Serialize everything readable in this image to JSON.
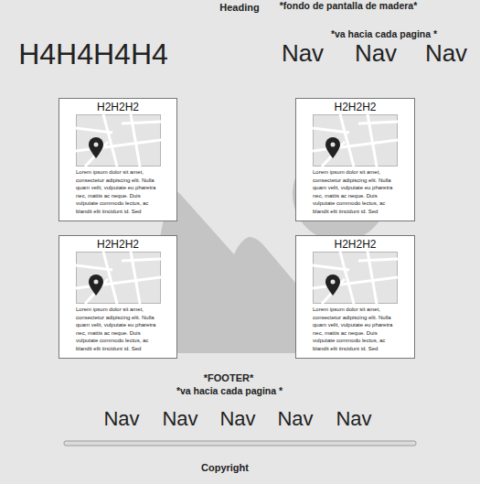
{
  "diagram": {
    "nodes": [
      {
        "text": [
          "H2H2H2",
          "Lorem ipsum dolor sit amet, consectetur adipiscing elit. Nulla quam velit, vulputate eu pharetra nec, mattis ac neque. Duis vulputate commodo lectus, ac blandit elit tincidunt id. Sed"
        ]
      },
      {
        "text": [
          "H2H2H2",
          "Lorem ipsum dolor sit amet, consectetur adipiscing elit. Nulla quam velit, vulputate eu pharetra nec, mattis ac neque. Duis vulputate commodo lectus, ac blandit elit tincidunt id. Sed"
        ]
      },
      {
        "text": [
          "H2H2H2",
          "Lorem ipsum dolor sit amet, consectetur adipiscing elit. Nulla quam velit, vulputate eu pharetra nec, mattis ac neque. Duis vulputate commodo lectus, ac blandit elit tincidunt id. Sed"
        ]
      },
      {
        "text": [
          "H2H2H2",
          "Lorem ipsum dolor sit amet, consectetur adipiscing elit. Nulla quam velit, vulputate eu pharetra nec, mattis ac neque. Duis vulputate commodo lectus, ac blandit elit tincidunt id. Sed"
        ]
      }
    ],
    "labels": [
      "Heading",
      "*fondo de pantalla de madera*",
      "H4H4H4H4",
      "*va hacia cada pagina *",
      "Nav",
      "Nav",
      "Nav",
      "*FOOTER*",
      "*va hacia cada pagina *",
      "Nav",
      "Nav",
      "Nav",
      "Nav",
      "Nav",
      "Copyright"
    ]
  }
}
